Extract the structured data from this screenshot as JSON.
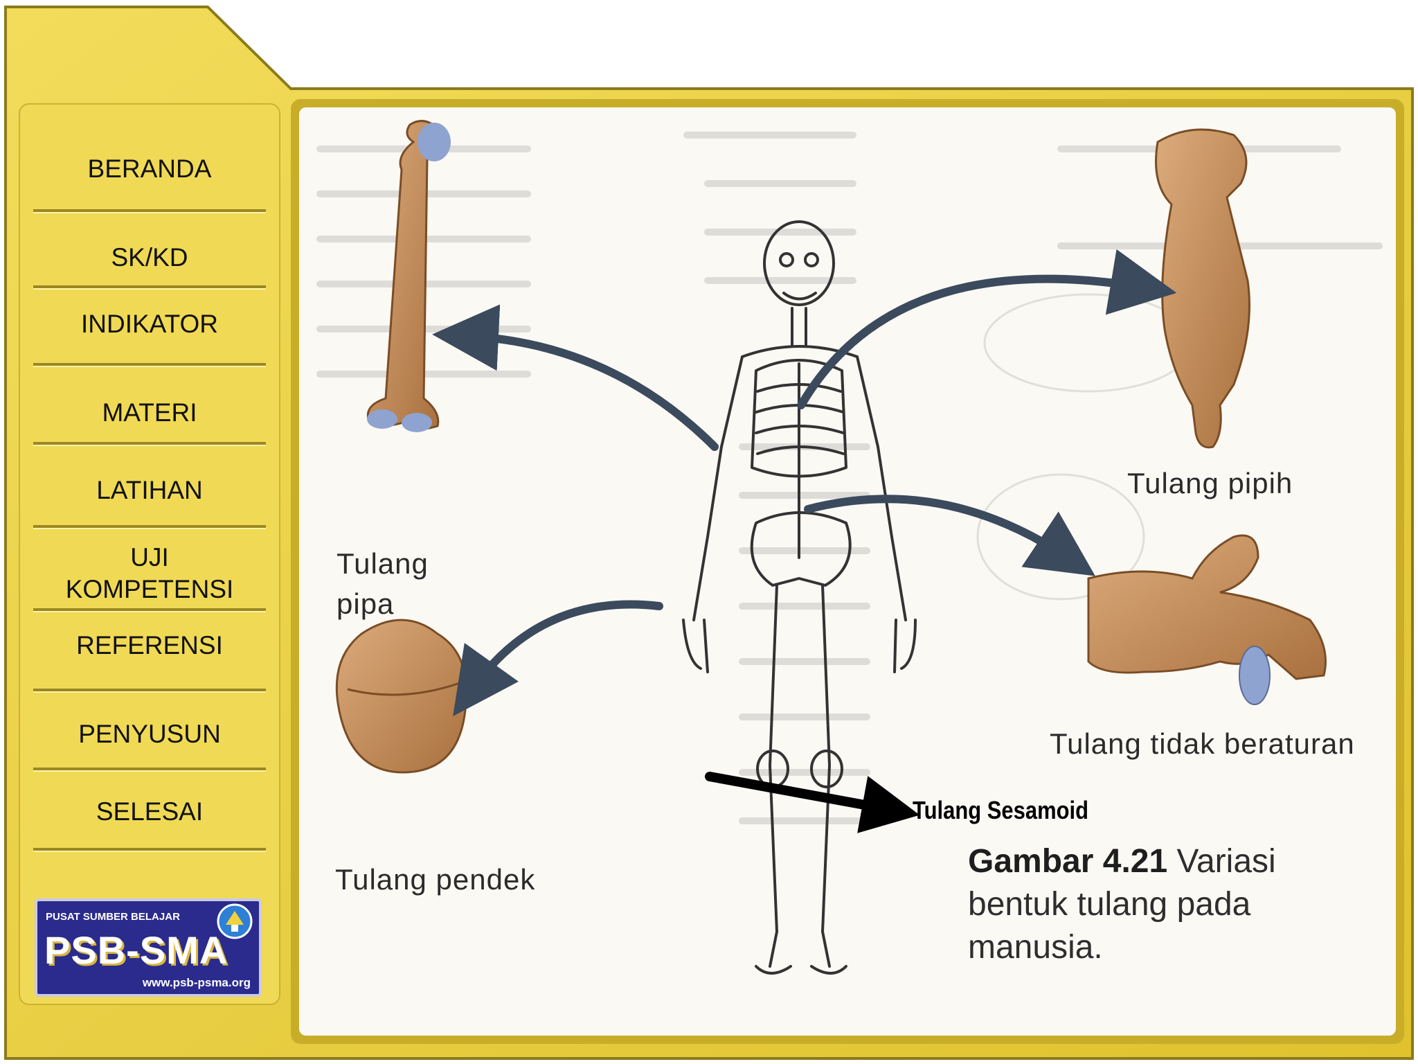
{
  "nav": {
    "items": [
      {
        "label": "BERANDA"
      },
      {
        "label": "SK/KD"
      },
      {
        "label": "INDIKATOR"
      },
      {
        "label": "MATERI"
      },
      {
        "label": "LATIHAN"
      },
      {
        "label": "UJI KOMPETENSI"
      },
      {
        "label": "REFERENSI"
      },
      {
        "label": "PENYUSUN"
      },
      {
        "label": "SELESAI"
      }
    ]
  },
  "logo": {
    "top_text": "PUSAT SUMBER BELAJAR",
    "main_text": "PSB-SMA",
    "url": "www.psb-psma.org"
  },
  "figure": {
    "labels": {
      "pipa": "Tulang pipa",
      "pendek": "Tulang pendek",
      "pipih": "Tulang pipih",
      "tidak_beraturan": "Tulang tidak beraturan",
      "sesamoid": "Tulang Sesamoid"
    },
    "caption": {
      "number": "Gambar 4.21",
      "text": "Variasi bentuk tulang pada manusia."
    }
  },
  "colors": {
    "frame_yellow": "#e8cf3c",
    "frame_light": "#f4e26d",
    "bone": "#c08a5a",
    "cartilage": "#8ea3cf",
    "arrow": "#3b4a5c",
    "logo_blue": "#2a2b8d"
  }
}
